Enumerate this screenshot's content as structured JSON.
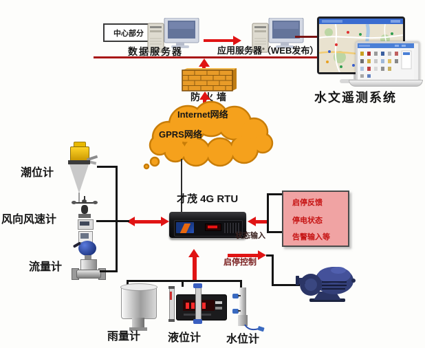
{
  "colors": {
    "arrow_red": "#e01414",
    "trunk_red": "#a81414",
    "cloud_orange": "#f5a11c",
    "cloud_outline": "#c87d08",
    "firewall_brick": "#e89b28",
    "panel_pink_bg": "#f0a3a3",
    "panel_text_red": "#c61414",
    "connector_black": "#141414"
  },
  "center": {
    "box_label": "中心部分"
  },
  "servers": {
    "data_server_label": "数据服务器",
    "app_server_label": "应用服务器（WEB发布）"
  },
  "monitoring": {
    "label": "水文遥测系统"
  },
  "firewall": {
    "label": "防火墙"
  },
  "cloud": {
    "line1": "Internet网络",
    "line2": "GPRS网络"
  },
  "rtu": {
    "label": "才茂 4G RTU",
    "status_input_label": "状态输入",
    "control_label": "启停控制"
  },
  "status_panel": {
    "items": [
      {
        "label": "启停反馈"
      },
      {
        "label": "停电状态"
      },
      {
        "label": "告警输入等"
      }
    ]
  },
  "sensors_left": [
    {
      "label": "潮位计"
    },
    {
      "label": "风向风速计"
    },
    {
      "label": "流量计"
    }
  ],
  "sensors_bottom": [
    {
      "label": "雨量计"
    },
    {
      "label": "液位计"
    },
    {
      "label": "水位计"
    }
  ]
}
